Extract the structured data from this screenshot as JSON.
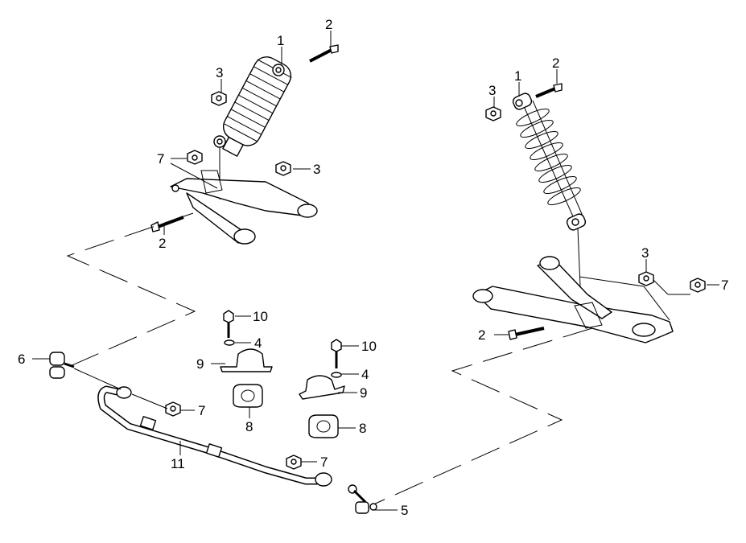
{
  "diagram": {
    "type": "exploded-parts-diagram",
    "labels": {
      "l1a": "1",
      "l2a": "2",
      "l3a": "3",
      "l7a": "7",
      "l3b": "3",
      "l2b": "2",
      "l1b": "1",
      "l2c": "2",
      "l3c": "3",
      "l3d": "3",
      "l7b": "7",
      "l2d": "2",
      "l10a": "10",
      "l4a": "4",
      "l9a": "9",
      "l10b": "10",
      "l4b": "4",
      "l9b": "9",
      "l8a": "8",
      "l8b": "8",
      "l6": "6",
      "l7c": "7",
      "l11": "11",
      "l7d": "7",
      "l5": "5"
    }
  }
}
